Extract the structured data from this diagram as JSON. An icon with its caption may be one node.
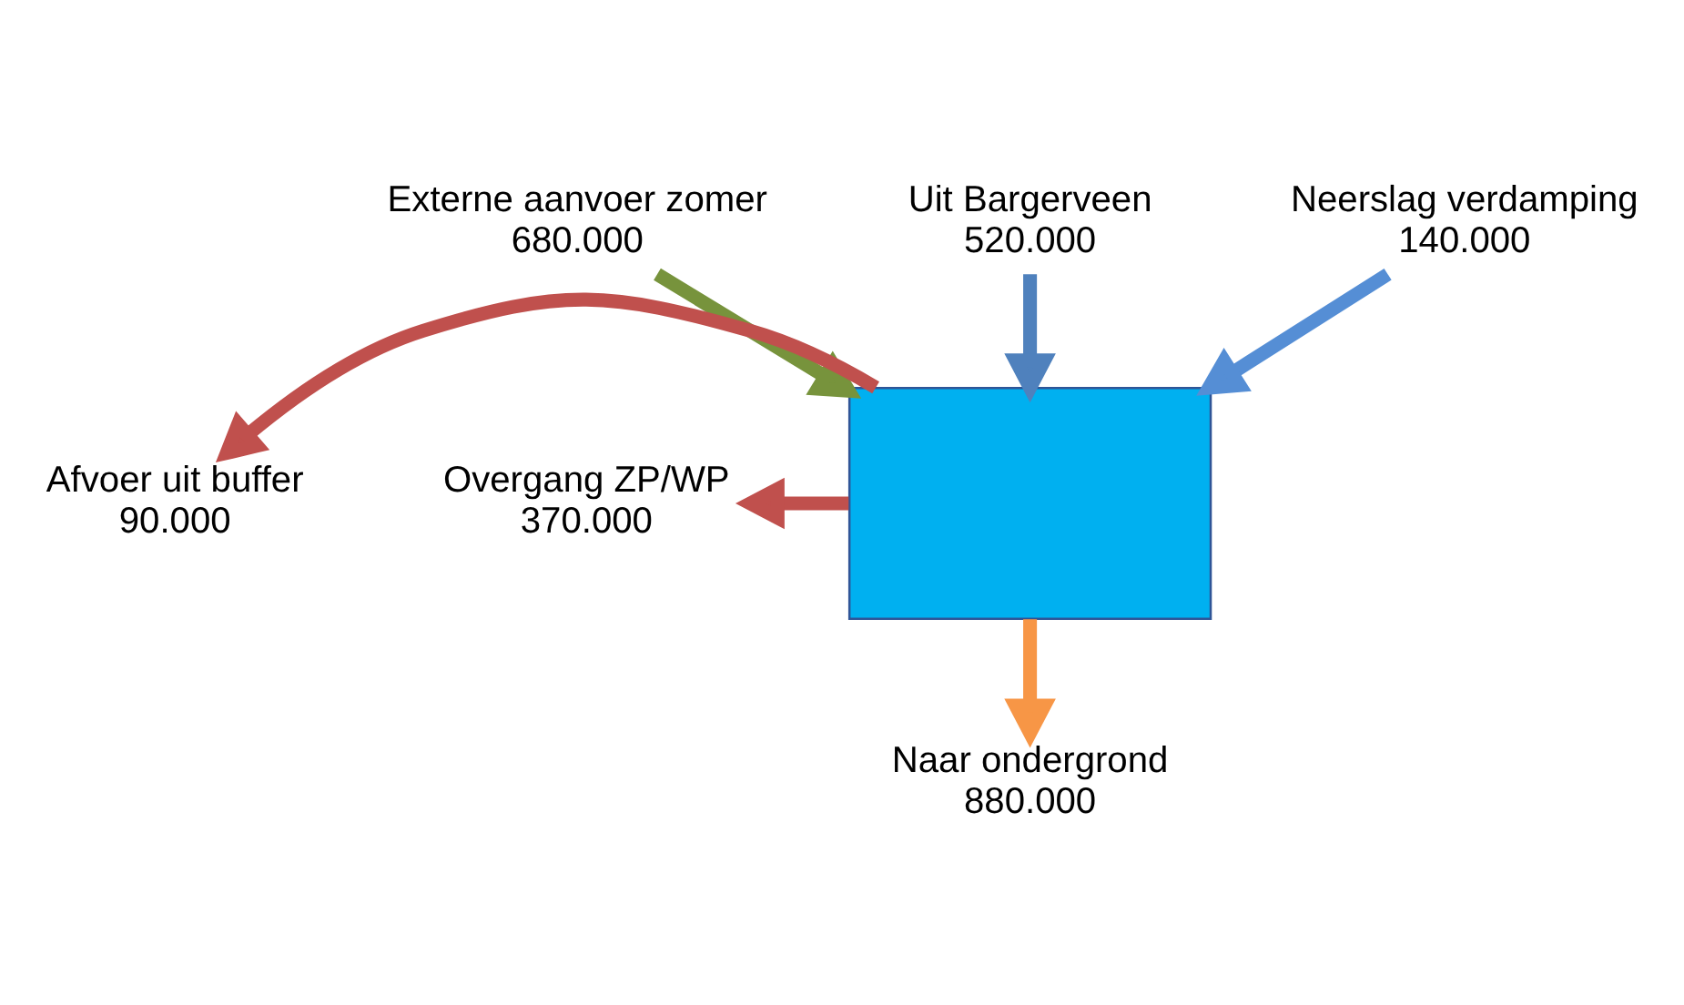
{
  "diagram": {
    "nodes": [
      {
        "text": [
          "Externe aanvoer zomer",
          "680.000"
        ]
      },
      {
        "text": [
          "Uit Bargerveen",
          "520.000"
        ]
      },
      {
        "text": [
          "Neerslag verdamping",
          "140.000"
        ]
      },
      {
        "text": [],
        "shape": "box"
      },
      {
        "text": [
          "Afvoer uit buffer",
          "90.000"
        ]
      },
      {
        "text": [
          "Overgang ZP/WP",
          "370.000"
        ]
      },
      {
        "text": [
          "Naar ondergrond",
          "880.000"
        ]
      }
    ],
    "edges": [
      {
        "from": 0,
        "to": 3,
        "arrow": "to",
        "color": "#77933c"
      },
      {
        "from": 1,
        "to": 3,
        "arrow": "to",
        "color": "#4f81bd"
      },
      {
        "from": 2,
        "to": 3,
        "arrow": "to",
        "color": "#558ed5"
      },
      {
        "from": 3,
        "to": 4,
        "arrow": "to",
        "color": "#c0504d"
      },
      {
        "from": 3,
        "to": 5,
        "arrow": "to",
        "color": "#c0504d"
      },
      {
        "from": 3,
        "to": 6,
        "arrow": "to",
        "color": "#f79646"
      }
    ]
  }
}
